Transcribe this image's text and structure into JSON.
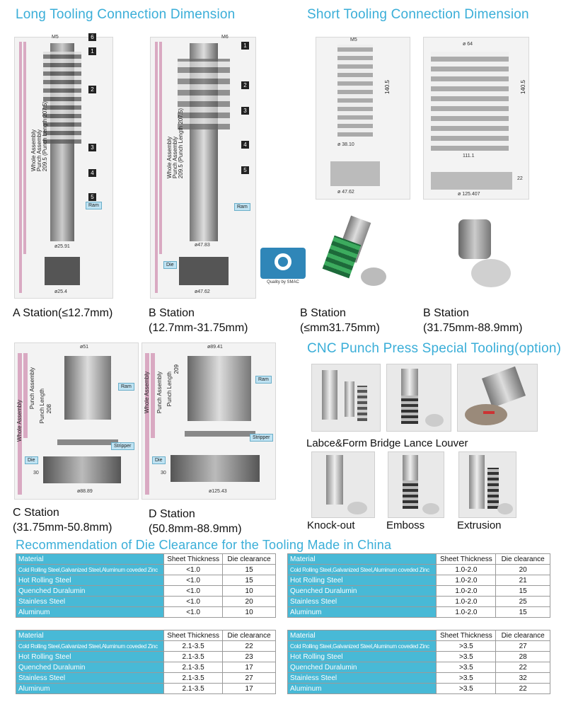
{
  "titles": {
    "long": "Long Tooling Connection Dimension",
    "short": "Short Tooling Connection Dimension",
    "cnc": "CNC Punch Press Special Tooling(option)",
    "clearance": "Recommendation of Die Clearance for the Tooling Made in China"
  },
  "stations": {
    "a": {
      "line1": "A Station(≤12.7mm)",
      "line2": ""
    },
    "b_long": {
      "line1": "B Station",
      "line2": "(12.7mm-31.75mm)"
    },
    "b_short1": {
      "line1": "B Station",
      "line2": "(≤mm31.75mm)"
    },
    "b_short2": {
      "line1": "B Station",
      "line2": "(31.75mm-88.9mm)"
    },
    "c": {
      "line1": "C Station",
      "line2": "(31.75mm-50.8mm)"
    },
    "d": {
      "line1": "D Station",
      "line2": "(50.8mm-88.9mm)"
    }
  },
  "drawing_labels": {
    "whole": "Whole Assembly",
    "punch": "Punch Assembly",
    "punch_length": "Punch Length",
    "die": "Die",
    "ram": "Ram",
    "stripper": "Stripper",
    "m5": "M5",
    "m6": "M6",
    "a_len": "209.5 (Punch Length 207.5)",
    "b_len": "209.5 (Punch Length 207.5)",
    "a_d1": "ø25.91",
    "a_d2": "ø25.4",
    "b_d1": "ø47.83",
    "b_d2": "ø47.62",
    "c_top": "ø51",
    "c_len": "208",
    "c_die": "30",
    "c_bot": "ø88.89",
    "d_top": "ø89.41",
    "d_len": "209",
    "d_die": "30",
    "d_bot": "ø125.43",
    "s1_top": "M5",
    "s1_len": "140.5",
    "s1_d": "ø 38.10",
    "s1_bot": "ø 47.62",
    "s2_top": "ø 64",
    "s2_len": "140.5",
    "s2_d": "111.1",
    "s2_bot": "ø 125.407",
    "s2_h": "22",
    "logo_text": "Quality by SMAC"
  },
  "cnc_captions": {
    "row1": "Labce&Form Bridge Lance Louver",
    "knockout": "Knock-out",
    "emboss": "Emboss",
    "extrusion": "Extrusion"
  },
  "clearance_header": {
    "material": "Material",
    "thickness": "Sheet Thickness",
    "clearance": "Die clearance"
  },
  "materials": [
    "Cold Rolling Steel,Galvanized Steel,Aluminum coveded Zinc",
    "Hot Rolling Steel",
    "Quenched Duralumin",
    "Stainless Steel",
    "Aluminum"
  ],
  "tables": [
    {
      "thickness": [
        "<1.0",
        "<1.0",
        "<1.0",
        "<1.0",
        "<1.0"
      ],
      "clearance": [
        "15",
        "15",
        "10",
        "20",
        "10"
      ]
    },
    {
      "thickness": [
        "1.0-2.0",
        "1.0-2.0",
        "1.0-2.0",
        "1.0-2.0",
        "1.0-2.0"
      ],
      "clearance": [
        "20",
        "21",
        "15",
        "25",
        "15"
      ]
    },
    {
      "thickness": [
        "2.1-3.5",
        "2.1-3.5",
        "2.1-3.5",
        "2.1-3.5",
        "2.1-3.5"
      ],
      "clearance": [
        "22",
        "23",
        "17",
        "27",
        "17"
      ]
    },
    {
      "thickness": [
        ">3.5",
        ">3.5",
        ">3.5",
        ">3.5",
        ">3.5"
      ],
      "clearance": [
        "27",
        "28",
        "22",
        "32",
        "22"
      ]
    }
  ],
  "colors": {
    "title": "#3aaed8",
    "material_bg": "#48b9d6"
  }
}
